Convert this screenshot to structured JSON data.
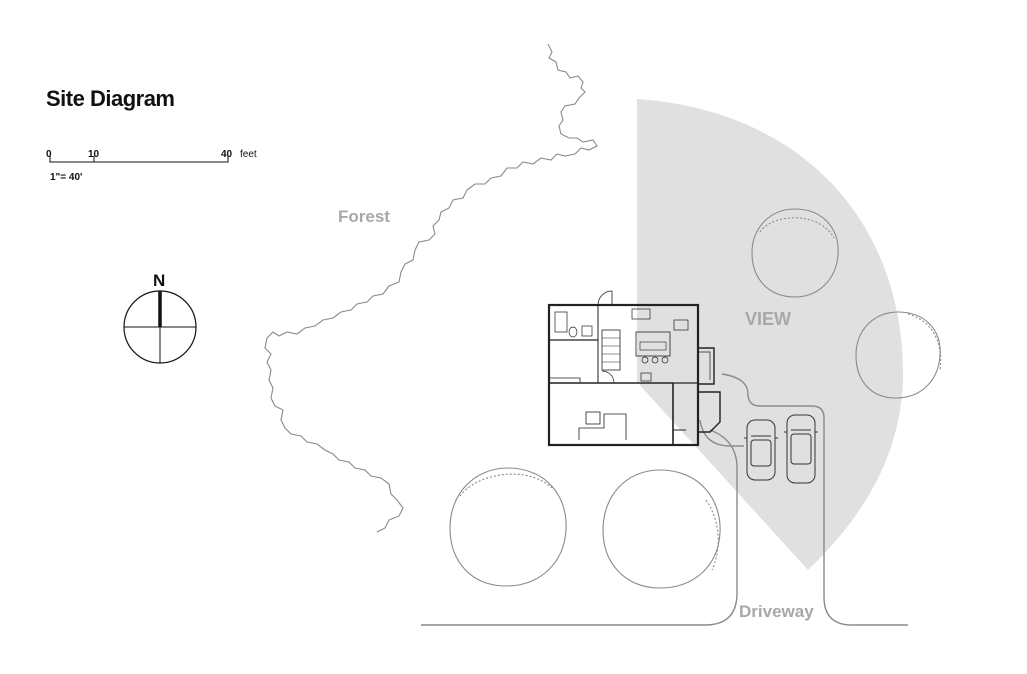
{
  "title": "Site Diagram",
  "scale": {
    "ticks": [
      "0",
      "10",
      "40"
    ],
    "unit": "feet",
    "ratio": "1\"= 40'"
  },
  "compass": {
    "label": "N"
  },
  "labels": {
    "forest": "Forest",
    "view": "VIEW",
    "driveway": "Driveway"
  },
  "colors": {
    "view_cone": "#e0e0e0",
    "outline": "#8a8a8a",
    "label": "#a8a8a8",
    "building": "#222222"
  }
}
